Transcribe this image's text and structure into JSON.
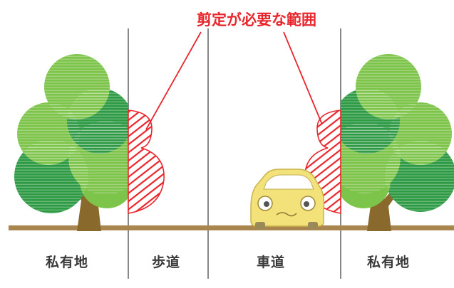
{
  "callout": {
    "text": "剪定が必要な範囲"
  },
  "labels": {
    "left_private": "私有地",
    "sidewalk": "歩道",
    "roadway": "車道",
    "right_private": "私有地"
  },
  "colors": {
    "tree_light": "#7dc44a",
    "tree_dark": "#2f9a45",
    "trunk": "#8a6a2c",
    "ground": "#a8864e",
    "boundary_line": "#555555",
    "hatch": "#e8262d",
    "car_body": "#f3e27a",
    "label_text": "#3a3a3a"
  },
  "icons": {
    "left_tree": "tree-icon",
    "right_tree": "tree-icon",
    "car": "car-icon"
  }
}
